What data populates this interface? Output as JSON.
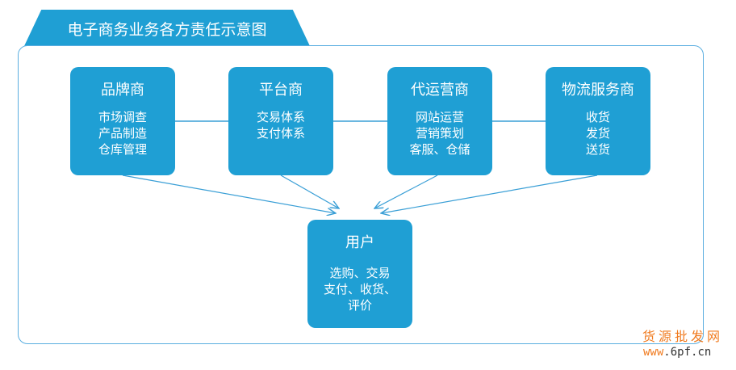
{
  "title": "电子商务业务各方责任示意图",
  "nodes": [
    {
      "title": "品牌商",
      "desc": "市场调查\n产品制造\n仓库管理"
    },
    {
      "title": "平台商",
      "desc": "交易体系\n支付体系"
    },
    {
      "title": "代运营商",
      "desc": "网站运营\n营销策划\n客服、仓储"
    },
    {
      "title": "物流服务商",
      "desc": "收货\n发货\n送货"
    }
  ],
  "user": {
    "title": "用户",
    "desc": "选购、交易\n支付、收货、\n评价"
  },
  "watermark": {
    "name": "货源批发网",
    "url_prefix": "www",
    "url_rest": "6pf.cn"
  },
  "colors": {
    "box": "#1f9fd4",
    "line": "#3a9fd6",
    "watermark": "#f07a1e"
  }
}
